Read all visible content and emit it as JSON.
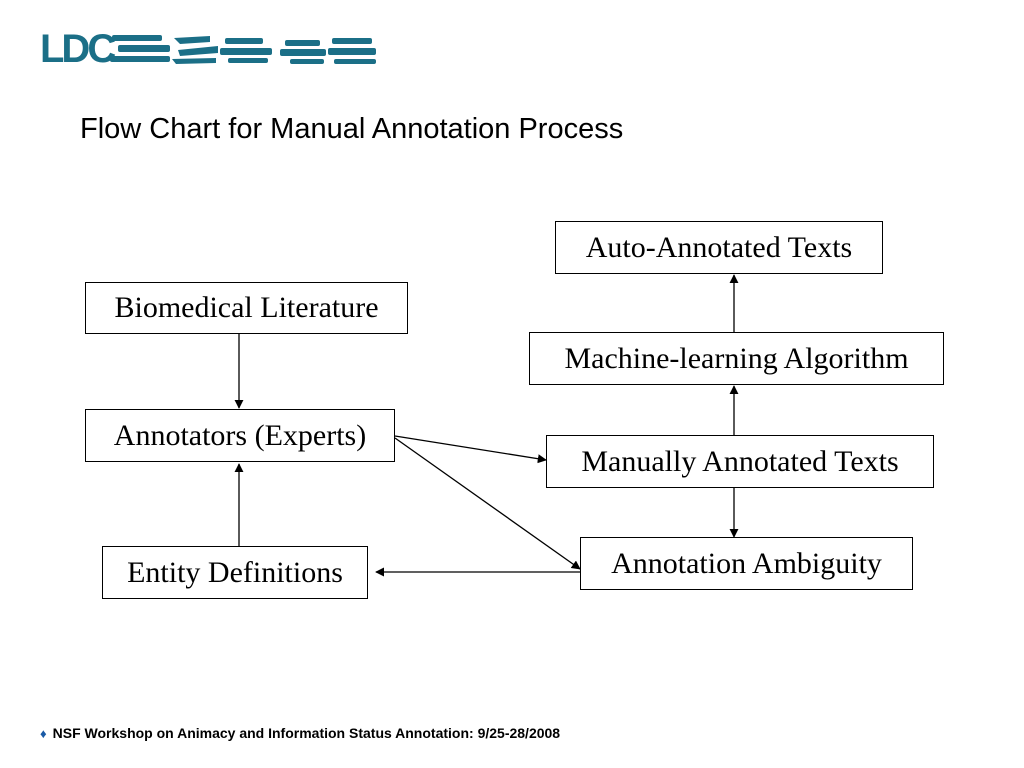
{
  "logo": {
    "text": "LDC",
    "color": "#1b6f87"
  },
  "title": "Flow Chart for Manual Annotation Process",
  "nodes": {
    "auto_annotated": "Auto-Annotated Texts",
    "biomedical": "Biomedical Literature",
    "ml_algorithm": "Machine-learning Algorithm",
    "annotators": "Annotators (Experts)",
    "manual_texts": "Manually Annotated Texts",
    "entity_defs": "Entity Definitions",
    "ambiguity": "Annotation Ambiguity"
  },
  "edges": [
    {
      "from": "biomedical",
      "to": "annotators"
    },
    {
      "from": "entity_defs",
      "to": "annotators"
    },
    {
      "from": "annotators",
      "to": "manual_texts"
    },
    {
      "from": "annotators",
      "to": "ambiguity"
    },
    {
      "from": "manual_texts",
      "to": "ambiguity"
    },
    {
      "from": "manual_texts",
      "to": "ml_algorithm"
    },
    {
      "from": "ml_algorithm",
      "to": "auto_annotated"
    },
    {
      "from": "ambiguity",
      "to": "entity_defs"
    }
  ],
  "footer": {
    "bullet": "♦",
    "text": "NSF Workshop on Animacy and Information Status Annotation: 9/25-28/2008"
  }
}
